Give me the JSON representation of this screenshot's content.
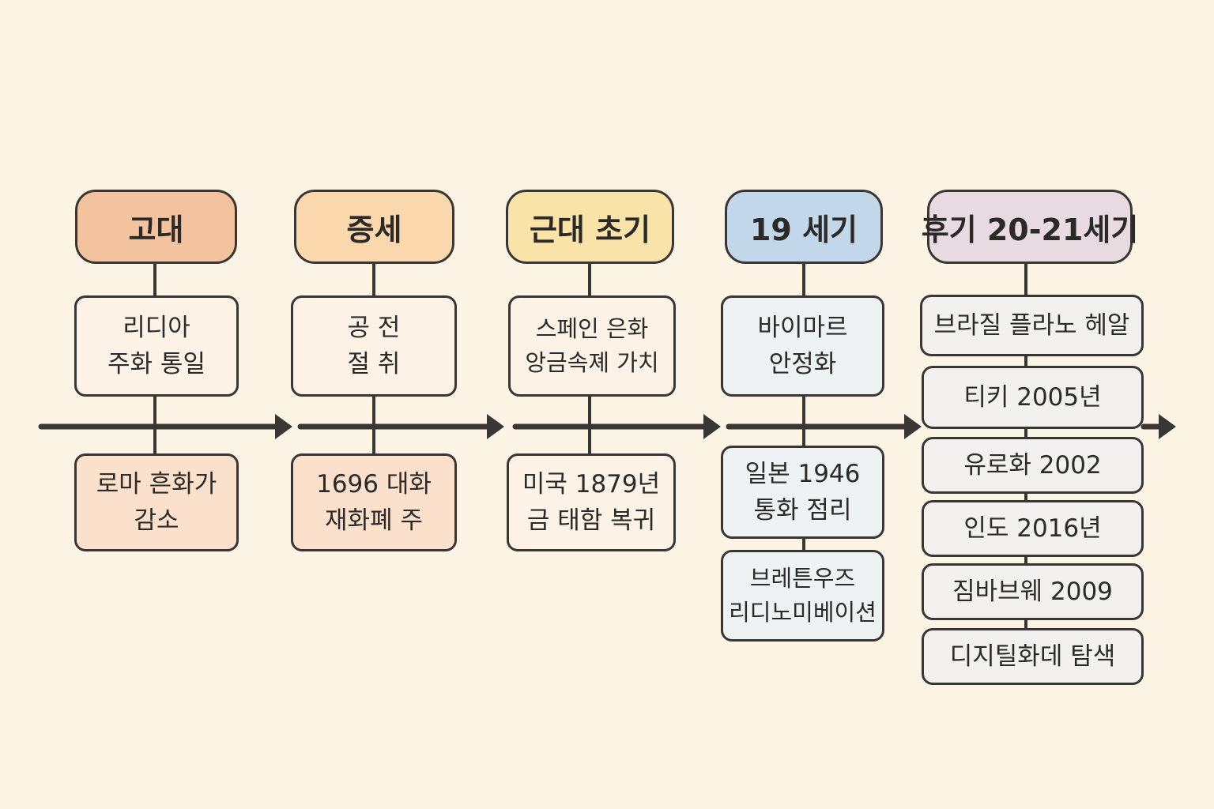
{
  "periods": [
    {
      "title": "고대",
      "color": "#f3c3a0",
      "card_color": "#fcf3e6",
      "above": [
        "리디아",
        "주화 통일"
      ],
      "below": [
        [
          "로마 흔화가",
          "감소"
        ]
      ],
      "below_color": "#fbe0cc"
    },
    {
      "title": "증세",
      "color": "#fad7ac",
      "card_color": "#fcf3e6",
      "above": [
        "공 전",
        "절 취"
      ],
      "below": [
        [
          "1696 대화",
          "재화폐 주"
        ]
      ],
      "below_color": "#fbe0cc"
    },
    {
      "title": "근대 초기",
      "color": "#fae3a8",
      "card_color": "#fcf3e6",
      "above": [
        "스페인 은화",
        "앙금속졔 가치"
      ],
      "below": [
        [
          "미국 1879년",
          "금 태함 복귀"
        ]
      ],
      "below_color": "#fcf3e6"
    },
    {
      "title": "19 세기",
      "color": "#c3d7ea",
      "card_color": "#eef2f3",
      "above": [
        "바이마르",
        "안정화"
      ],
      "below": [
        [
          "일본 1946",
          "통화 점리"
        ],
        [
          "브레튼우즈",
          "리디노미베이션"
        ]
      ],
      "below_color": "#eef2f3"
    },
    {
      "title": "후기 20-21세기",
      "color": "#e7dae1",
      "card_color": "#f2f1f0",
      "stack": [
        "브라질 플라노 헤알",
        "티키 2005년",
        "유로화 2002",
        "인도 2016년",
        "짐바브웨 2009",
        "디지틸화데 탐색"
      ]
    }
  ],
  "colors": {
    "line": "#3a3633",
    "background": "#fbf3e3"
  }
}
